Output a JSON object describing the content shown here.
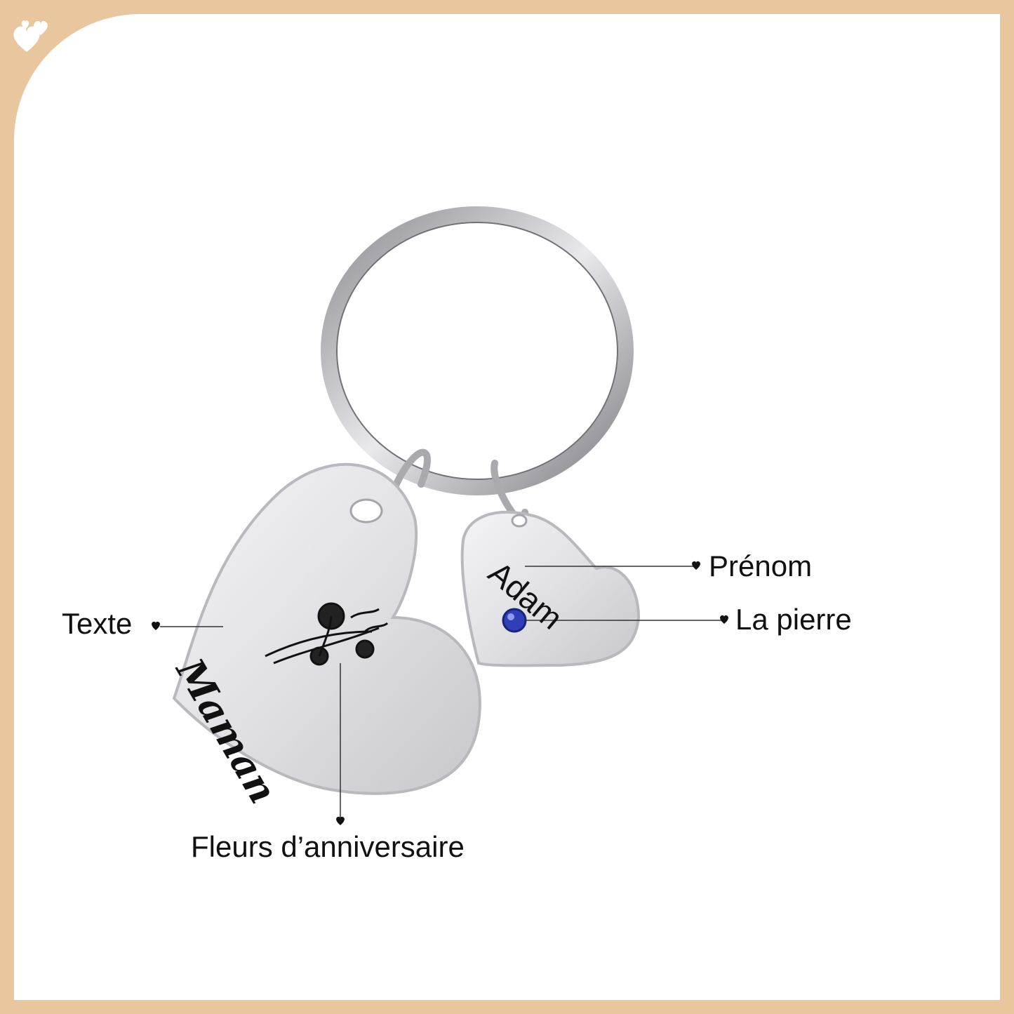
{
  "product": {
    "engraved_text": "Maman",
    "engraved_name": "Adam"
  },
  "callouts": {
    "text_label": "Texte",
    "name_label": "Prénom",
    "stone_label": "La pierre",
    "flowers_label": "Fleurs d’anniversaire"
  },
  "colors": {
    "frame": "#e8c79f",
    "background": "#ffffff",
    "metal": "#d9d9dc",
    "stone": "#2f3fb8",
    "text": "#111111"
  },
  "icons": {
    "corner": "hearts-icon",
    "bullet": "heart-bullet-icon"
  }
}
